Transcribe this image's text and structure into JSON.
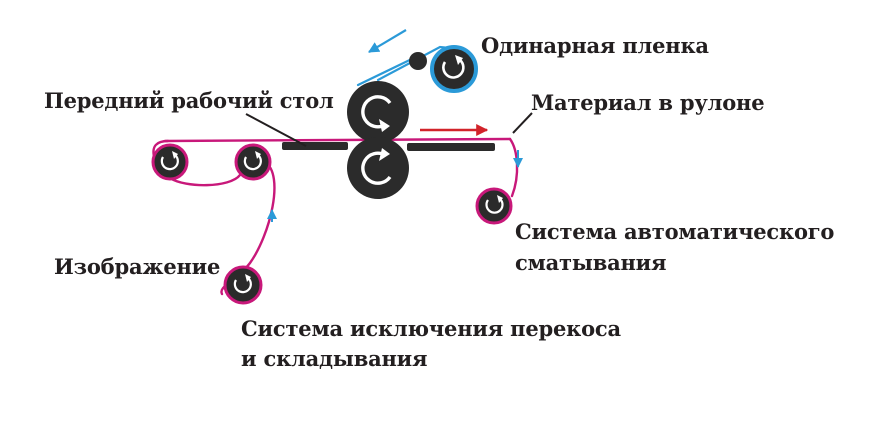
{
  "labels": {
    "single_film": "Одинарная пленка",
    "front_table": "Передний рабочий стол",
    "roll_material": "Материал в рулоне",
    "auto_winding_line1": "Система автоматического",
    "auto_winding_line2": "сматывания",
    "image": "Изображение",
    "skew_line1": "Система исключения перекоса",
    "skew_line2": "и складывания"
  },
  "colors": {
    "media_path": "#c8187a",
    "film_path": "#2b9ad8",
    "roller_fill": "#2b2b2b",
    "feed_arrow": "#d2232a",
    "table_bar": "#2b2b2b",
    "text": "#231f20"
  },
  "icons": {
    "roller": "rotation-arrow-icon",
    "direction": "arrow-icon"
  }
}
